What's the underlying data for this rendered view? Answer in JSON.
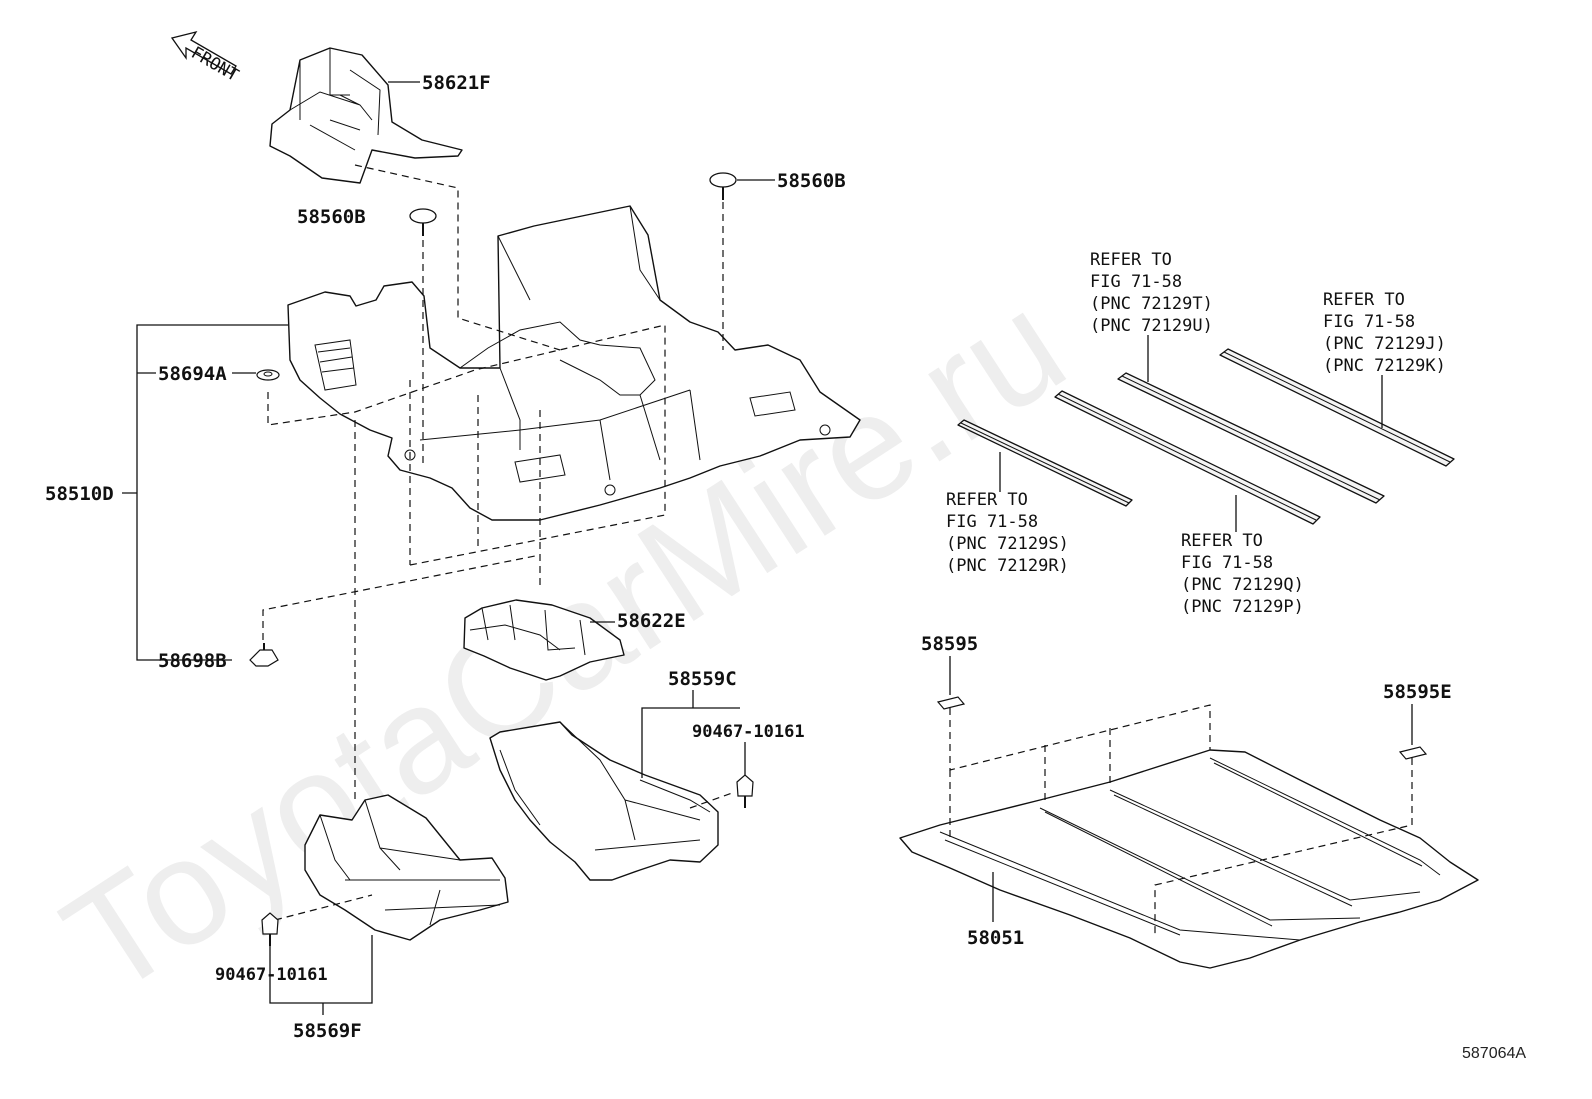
{
  "watermark": "ToyotaCarMire.ru",
  "front_label": "FRONT",
  "diagram_code": "587064A",
  "part_numbers": {
    "p58621F": "58621F",
    "p58560B_right": "58560B",
    "p58560B_left": "58560B",
    "p58694A": "58694A",
    "p58510D": "58510D",
    "p58698B": "58698B",
    "p58622E": "58622E",
    "p58559C": "58559C",
    "p90467_right": "90467-10161",
    "p90467_left": "90467-10161",
    "p58569F": "58569F",
    "p58595": "58595",
    "p58595E": "58595E",
    "p58051": "58051"
  },
  "refer_notes": {
    "tu": {
      "line1": "REFER TO",
      "line2": "FIG 71-58",
      "line3": "(PNC 72129T)",
      "line4": "(PNC 72129U)"
    },
    "jk": {
      "line1": "REFER TO",
      "line2": "FIG 71-58",
      "line3": "(PNC 72129J)",
      "line4": "(PNC 72129K)"
    },
    "sr": {
      "line1": "REFER TO",
      "line2": "FIG 71-58",
      "line3": "(PNC 72129S)",
      "line4": "(PNC 72129R)"
    },
    "qp": {
      "line1": "REFER TO",
      "line2": "FIG 71-58",
      "line3": "(PNC 72129Q)",
      "line4": "(PNC 72129P)"
    }
  }
}
